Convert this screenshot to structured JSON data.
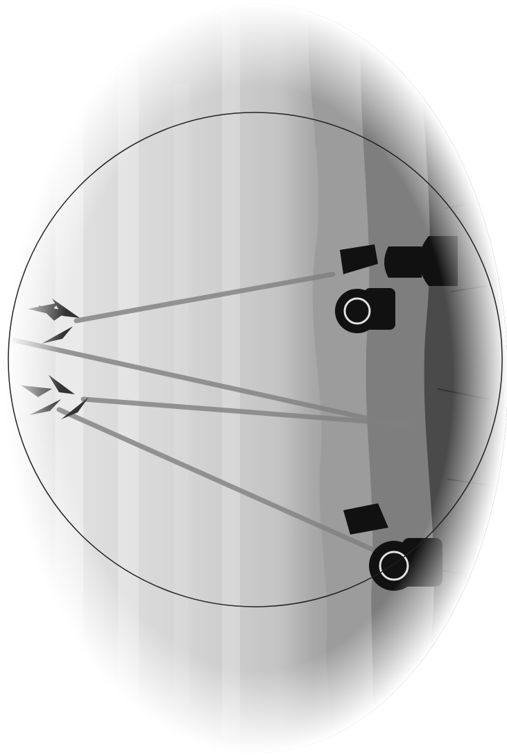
{
  "image": {
    "style": "grayscale photograph in an oval vignette, rotated 90 degrees",
    "colors": {
      "background": "#ffffff",
      "sky_light": "#e2e2e2",
      "sky_mid": "#cfcfcf",
      "mountain": "#9a9a9a",
      "ground": "#555555",
      "pictogram": "#111111",
      "circle_outline": "#222222",
      "beam": "#7a7a7a"
    },
    "elements": {
      "vignette": "oval-vignette",
      "circle": "thin-circle-outline",
      "people": [
        "drummer-group-upper",
        "drummer-group-lower"
      ],
      "birds": [
        "bird-flock-upper",
        "bird-flock-lower"
      ],
      "beams": [
        "sound-beam",
        "sound-beam",
        "sound-beam",
        "sound-beam"
      ]
    }
  }
}
